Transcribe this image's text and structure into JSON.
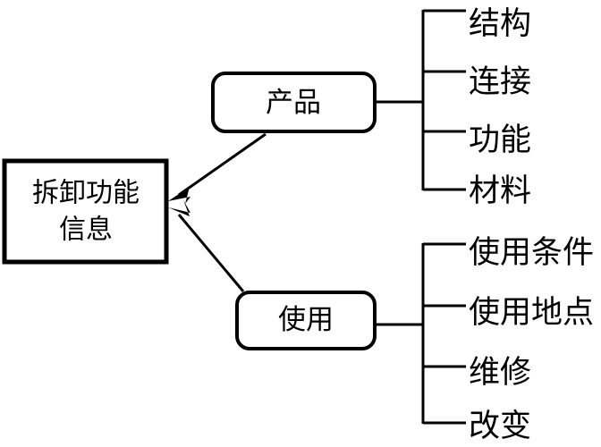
{
  "diagram": {
    "type": "tree-diagram",
    "root": {
      "label_line1": "拆卸功能",
      "label_line2": "信息",
      "shape": "rectangle"
    },
    "branches": [
      {
        "name": "product",
        "label": "产品",
        "shape": "rounded-rectangle",
        "leaves": [
          {
            "label": "结构"
          },
          {
            "label": "连接"
          },
          {
            "label": "功能"
          },
          {
            "label": "材料"
          }
        ]
      },
      {
        "name": "usage",
        "label": "使用",
        "shape": "rounded-rectangle",
        "leaves": [
          {
            "label": "使用条件"
          },
          {
            "label": "使用地点"
          },
          {
            "label": "维修"
          },
          {
            "label": "改变"
          }
        ]
      }
    ],
    "colors": {
      "stroke": "#000000",
      "background": "#ffffff",
      "text": "#000000"
    }
  }
}
